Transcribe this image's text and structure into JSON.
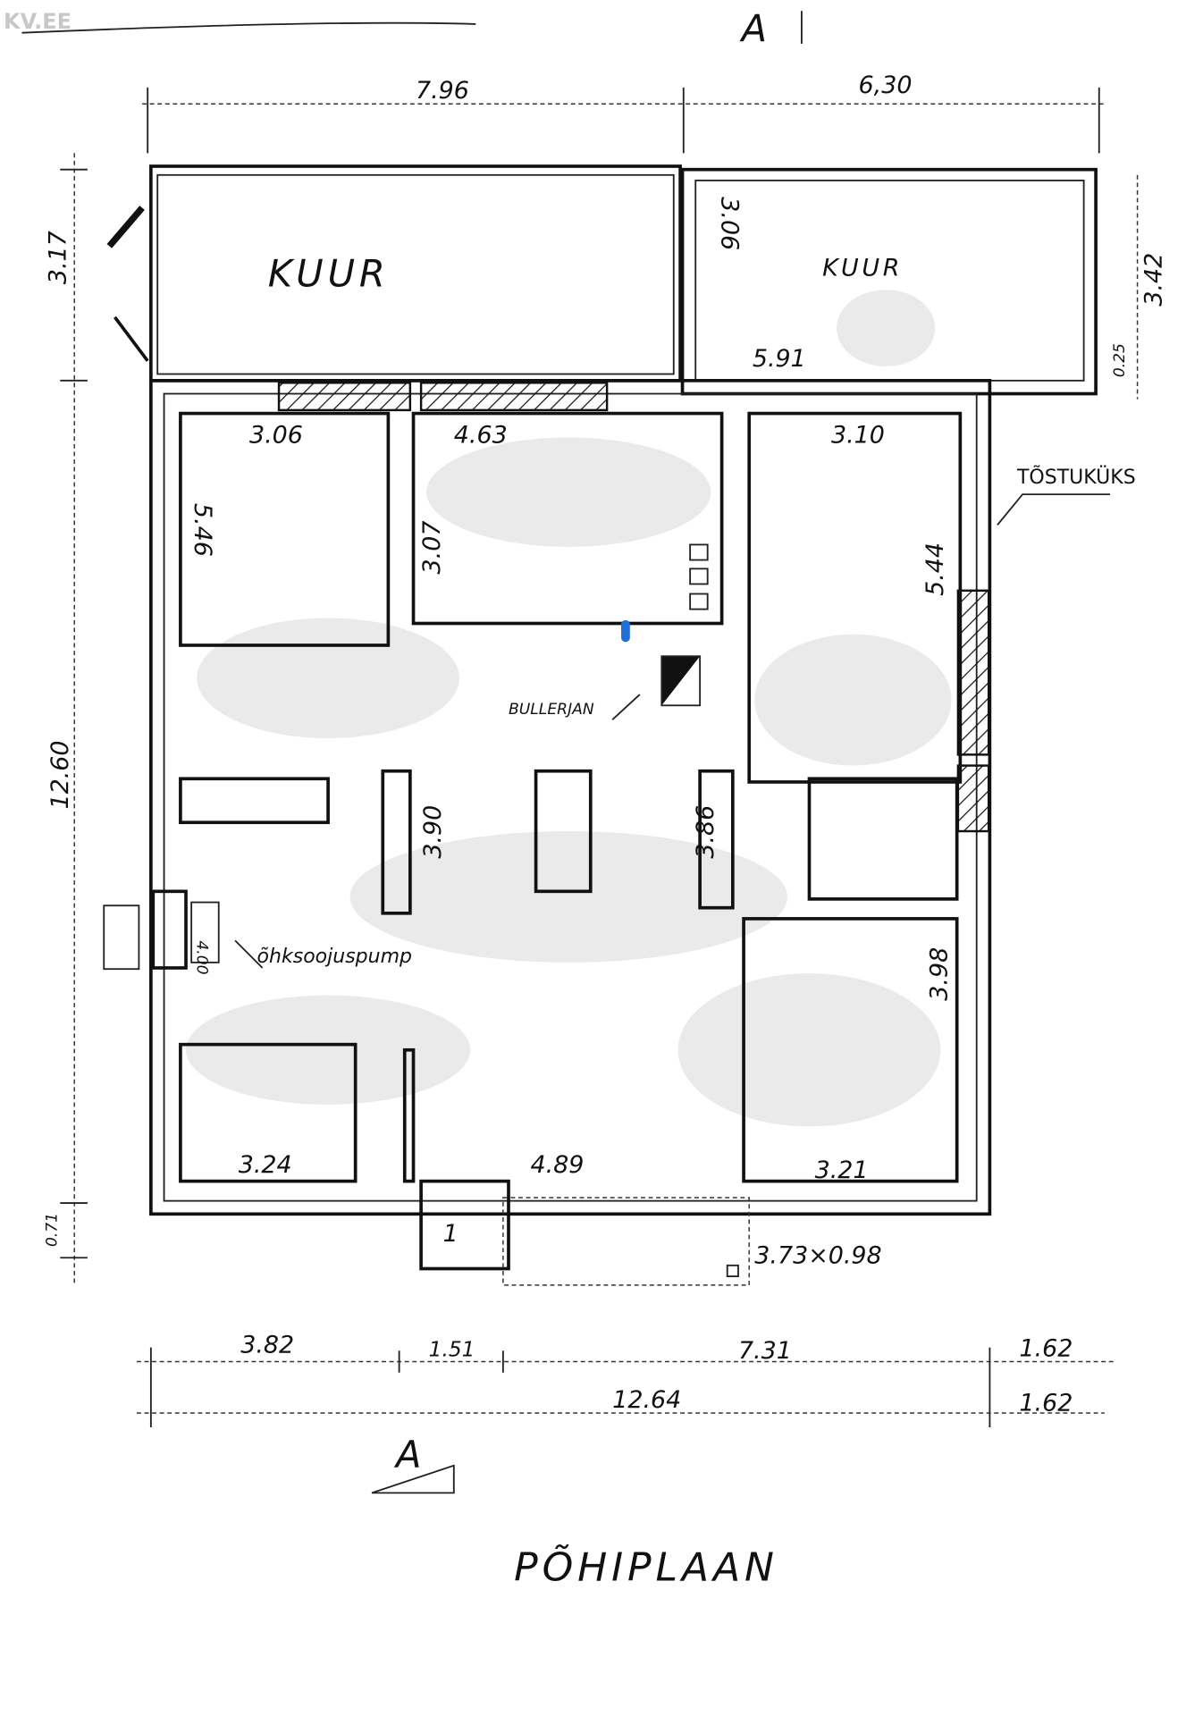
{
  "watermark": "KV.EE",
  "section_marker": "A",
  "section_marker_bottom": "A",
  "title": "PÕHIPLAAN",
  "rooms": {
    "shed_left": "KUUR",
    "shed_right": "KUUR"
  },
  "annotations": {
    "lift_door": "TÕSTUKÜKS",
    "boiler": "BULLERJAN",
    "heat_pump": "õhksoojuspump",
    "entrance_number": "1",
    "terrace": "3.73×0.98"
  },
  "dimensions": {
    "top_left": "7.96",
    "top_right": "6,30",
    "left_shed": "3.17",
    "left_total": "12.60",
    "left_bottom": "0.71",
    "right_shed": "3.42",
    "right_offset": "0.25",
    "shed_divider": "3.06",
    "shed_right_width": "5.91",
    "room_nw_width": "3.06",
    "room_nw_height": "5.46",
    "room_n_width": "4.63",
    "room_n_height": "3.07",
    "room_ne_width": "3.10",
    "room_ne_height": "5.44",
    "hall_left": "3.90",
    "hall_right": "3.86",
    "room_w_height": "4.00",
    "room_se_height": "3.98",
    "room_sw_width": "3.24",
    "room_s_width": "4.89",
    "room_se_width": "3.21",
    "bottom_1": "3.82",
    "bottom_2": "1.51",
    "bottom_3": "7.31",
    "bottom_4": "1.62",
    "bottom_total": "12.64",
    "bottom_total_right": "1.62"
  },
  "colors": {
    "marker": "#1e6fd9"
  }
}
